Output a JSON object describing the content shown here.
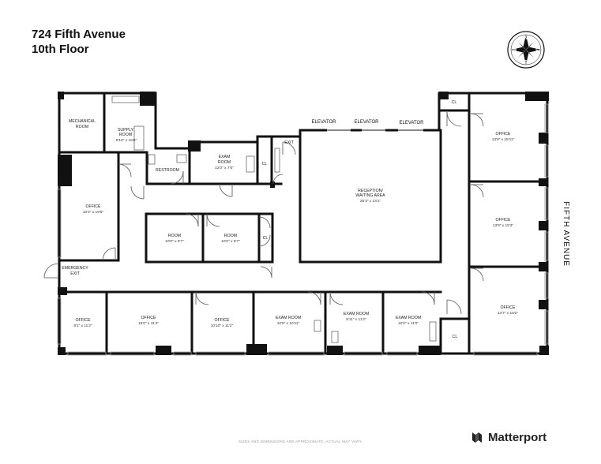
{
  "header": {
    "address": "724 Fifth Avenue",
    "floor": "10th Floor"
  },
  "compass": {
    "letters": [
      "N",
      "E",
      "S",
      "W"
    ]
  },
  "street_label": "FIFTH AVENUE",
  "elevators": [
    "ELEVATOR",
    "ELEVATOR",
    "ELEVATOR"
  ],
  "rooms": {
    "mechanical": {
      "name": [
        "MECHANICAL",
        "ROOM"
      ],
      "dims": ""
    },
    "supply": {
      "name": [
        "SUPPLY",
        "ROOM"
      ],
      "dims": "8'10\" x 16'6\""
    },
    "restroom": {
      "name": [
        "RESTROOM"
      ],
      "dims": ""
    },
    "exam_top": {
      "name": [
        "EXAM",
        "ROOM"
      ],
      "dims": "12'0\" x 7'6\""
    },
    "cl_top_left": {
      "name": [
        "CL"
      ],
      "dims": ""
    },
    "exit": {
      "name": [
        "EXIT"
      ],
      "dims": ""
    },
    "reception": {
      "name": [
        "RECEPTION/",
        "WAITING AREA"
      ],
      "dims": "25'3\" x 24'1\""
    },
    "office_left": {
      "name": [
        "OFFICE"
      ],
      "dims": "10'4\" x 19'6\""
    },
    "room_a": {
      "name": [
        "ROOM"
      ],
      "dims": "10'0\" x 8'7\""
    },
    "room_b": {
      "name": [
        "ROOM"
      ],
      "dims": "10'0\" x 8'7\""
    },
    "cl_mid": {
      "name": [
        "CL"
      ],
      "dims": ""
    },
    "emergency_exit": {
      "name": [
        "EMERGENCY",
        "EXIT"
      ],
      "dims": ""
    },
    "cl_top_right": {
      "name": [
        "CL"
      ],
      "dims": ""
    },
    "office_r1": {
      "name": [
        "OFFICE"
      ],
      "dims": "13'9\" x 15'11\""
    },
    "office_r2": {
      "name": [
        "OFFICE"
      ],
      "dims": "13'9\" x 15'3\""
    },
    "office_r3": {
      "name": [
        "OFFICE"
      ],
      "dims": "13'7\" x 16'2\""
    },
    "cl_bottom_right": {
      "name": [
        "CL"
      ],
      "dims": ""
    },
    "office_b1": {
      "name": [
        "OFFICE"
      ],
      "dims": "8'1\" x 11'2\""
    },
    "office_b2": {
      "name": [
        "OFFICE"
      ],
      "dims": "15'0\" x 11'4\""
    },
    "office_b3": {
      "name": [
        "OFFICE"
      ],
      "dims": "10'10\" x 11'2\""
    },
    "exam_b1": {
      "name": [
        "EXAM ROOM"
      ],
      "dims": "12'5\" x 10'11\""
    },
    "exam_b2": {
      "name": [
        "EXAM ROOM"
      ],
      "dims": "9'11\" x 11'2\""
    },
    "exam_b3": {
      "name": [
        "EXAM ROOM"
      ],
      "dims": "10'0\" x 11'0\""
    }
  },
  "disclaimer": "SIZES AND DIMENSIONS ARE APPROXIMATE, ACTUAL MAY VARY.",
  "brand": "Matterport"
}
